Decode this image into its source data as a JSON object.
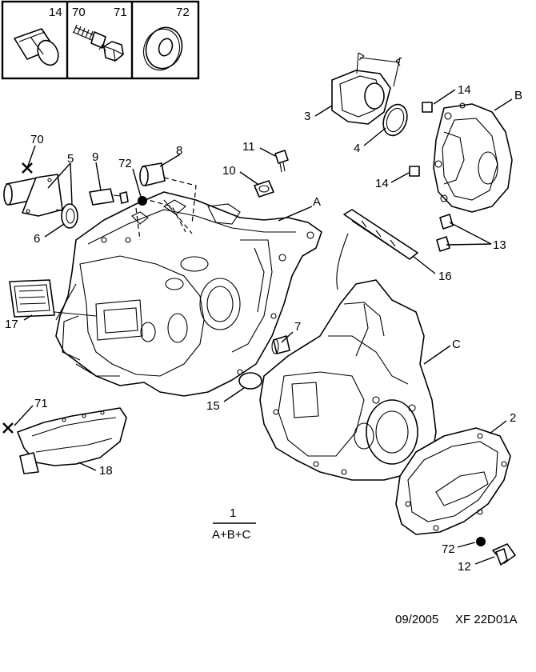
{
  "legend_box": {
    "cells": [
      {
        "label": "14",
        "icon": "sleeve-icon"
      },
      {
        "label": "70",
        "icon": "bolt-icon"
      },
      {
        "label": "71",
        "icon": "nut-icon"
      },
      {
        "label": "72",
        "icon": "washer-icon"
      }
    ]
  },
  "callouts": {
    "c1": "1",
    "c2": "2",
    "c3": "3",
    "c4": "4",
    "c5": "5",
    "c6": "6",
    "c7": "7",
    "c8": "8",
    "c9": "9",
    "c10": "10",
    "c11": "11",
    "c12": "12",
    "c13": "13",
    "c14a": "14",
    "c14b": "14",
    "c15": "15",
    "c16": "16",
    "c17": "17",
    "c18": "18",
    "c70": "70",
    "c71": "71",
    "c72a": "72",
    "c72b": "72",
    "cA": "A",
    "cB": "B",
    "cC": "C"
  },
  "assembly_formula": "A+B+C",
  "footer": {
    "date": "09/2005",
    "reference": "XF 22D01A"
  }
}
